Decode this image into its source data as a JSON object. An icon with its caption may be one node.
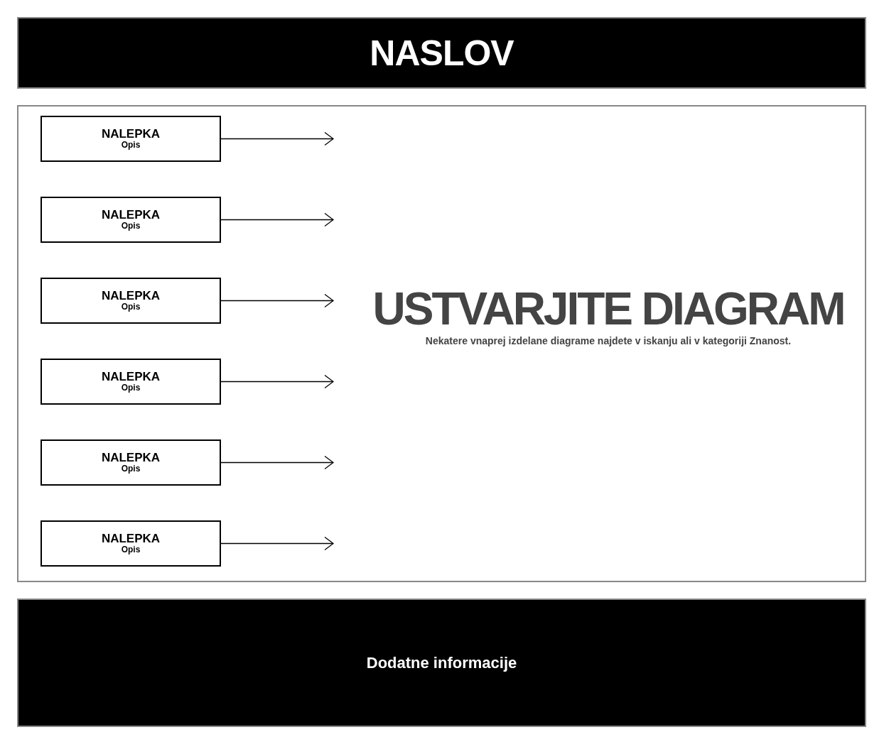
{
  "diagram": {
    "title": "NASLOV",
    "nodes": [
      {
        "text": [
          "USTVARJITE DIAGRAM",
          "Nekatere vnaprej izdelane diagrame najdete v iskanju ali v kategoriji Znanost."
        ]
      },
      {
        "text": [
          "NALEPKA",
          "Opis"
        ],
        "in": 0
      },
      {
        "text": [
          "NALEPKA",
          "Opis"
        ],
        "in": 0
      },
      {
        "text": [
          "NALEPKA",
          "Opis"
        ],
        "in": 0
      },
      {
        "text": [
          "NALEPKA",
          "Opis"
        ],
        "in": 0
      },
      {
        "text": [
          "NALEPKA",
          "Opis"
        ],
        "in": 0
      },
      {
        "text": [
          "NALEPKA",
          "Opis"
        ],
        "in": 0
      },
      {
        "text": [
          "Dodatne informacije"
        ]
      }
    ],
    "edges": [
      {
        "from": 1,
        "to": null,
        "arrow": "to"
      },
      {
        "from": 2,
        "to": null,
        "arrow": "to"
      },
      {
        "from": 3,
        "to": null,
        "arrow": "to"
      },
      {
        "from": 4,
        "to": null,
        "arrow": "to"
      },
      {
        "from": 5,
        "to": null,
        "arrow": "to"
      },
      {
        "from": 6,
        "to": null,
        "arrow": "to"
      }
    ]
  }
}
